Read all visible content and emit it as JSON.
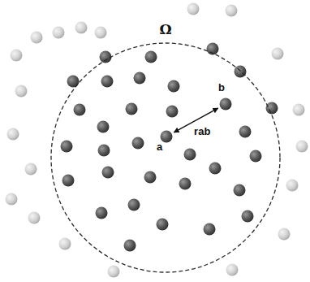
{
  "diagram": {
    "nodes": [
      {
        "text": [
          "Ω"
        ]
      },
      {
        "text": [
          "a"
        ],
        "in": 0
      },
      {
        "text": [
          "b"
        ],
        "in": 0
      }
    ],
    "edges": [
      {
        "from": 1,
        "to": 2,
        "arrow": "both",
        "label": "rab"
      }
    ]
  }
}
